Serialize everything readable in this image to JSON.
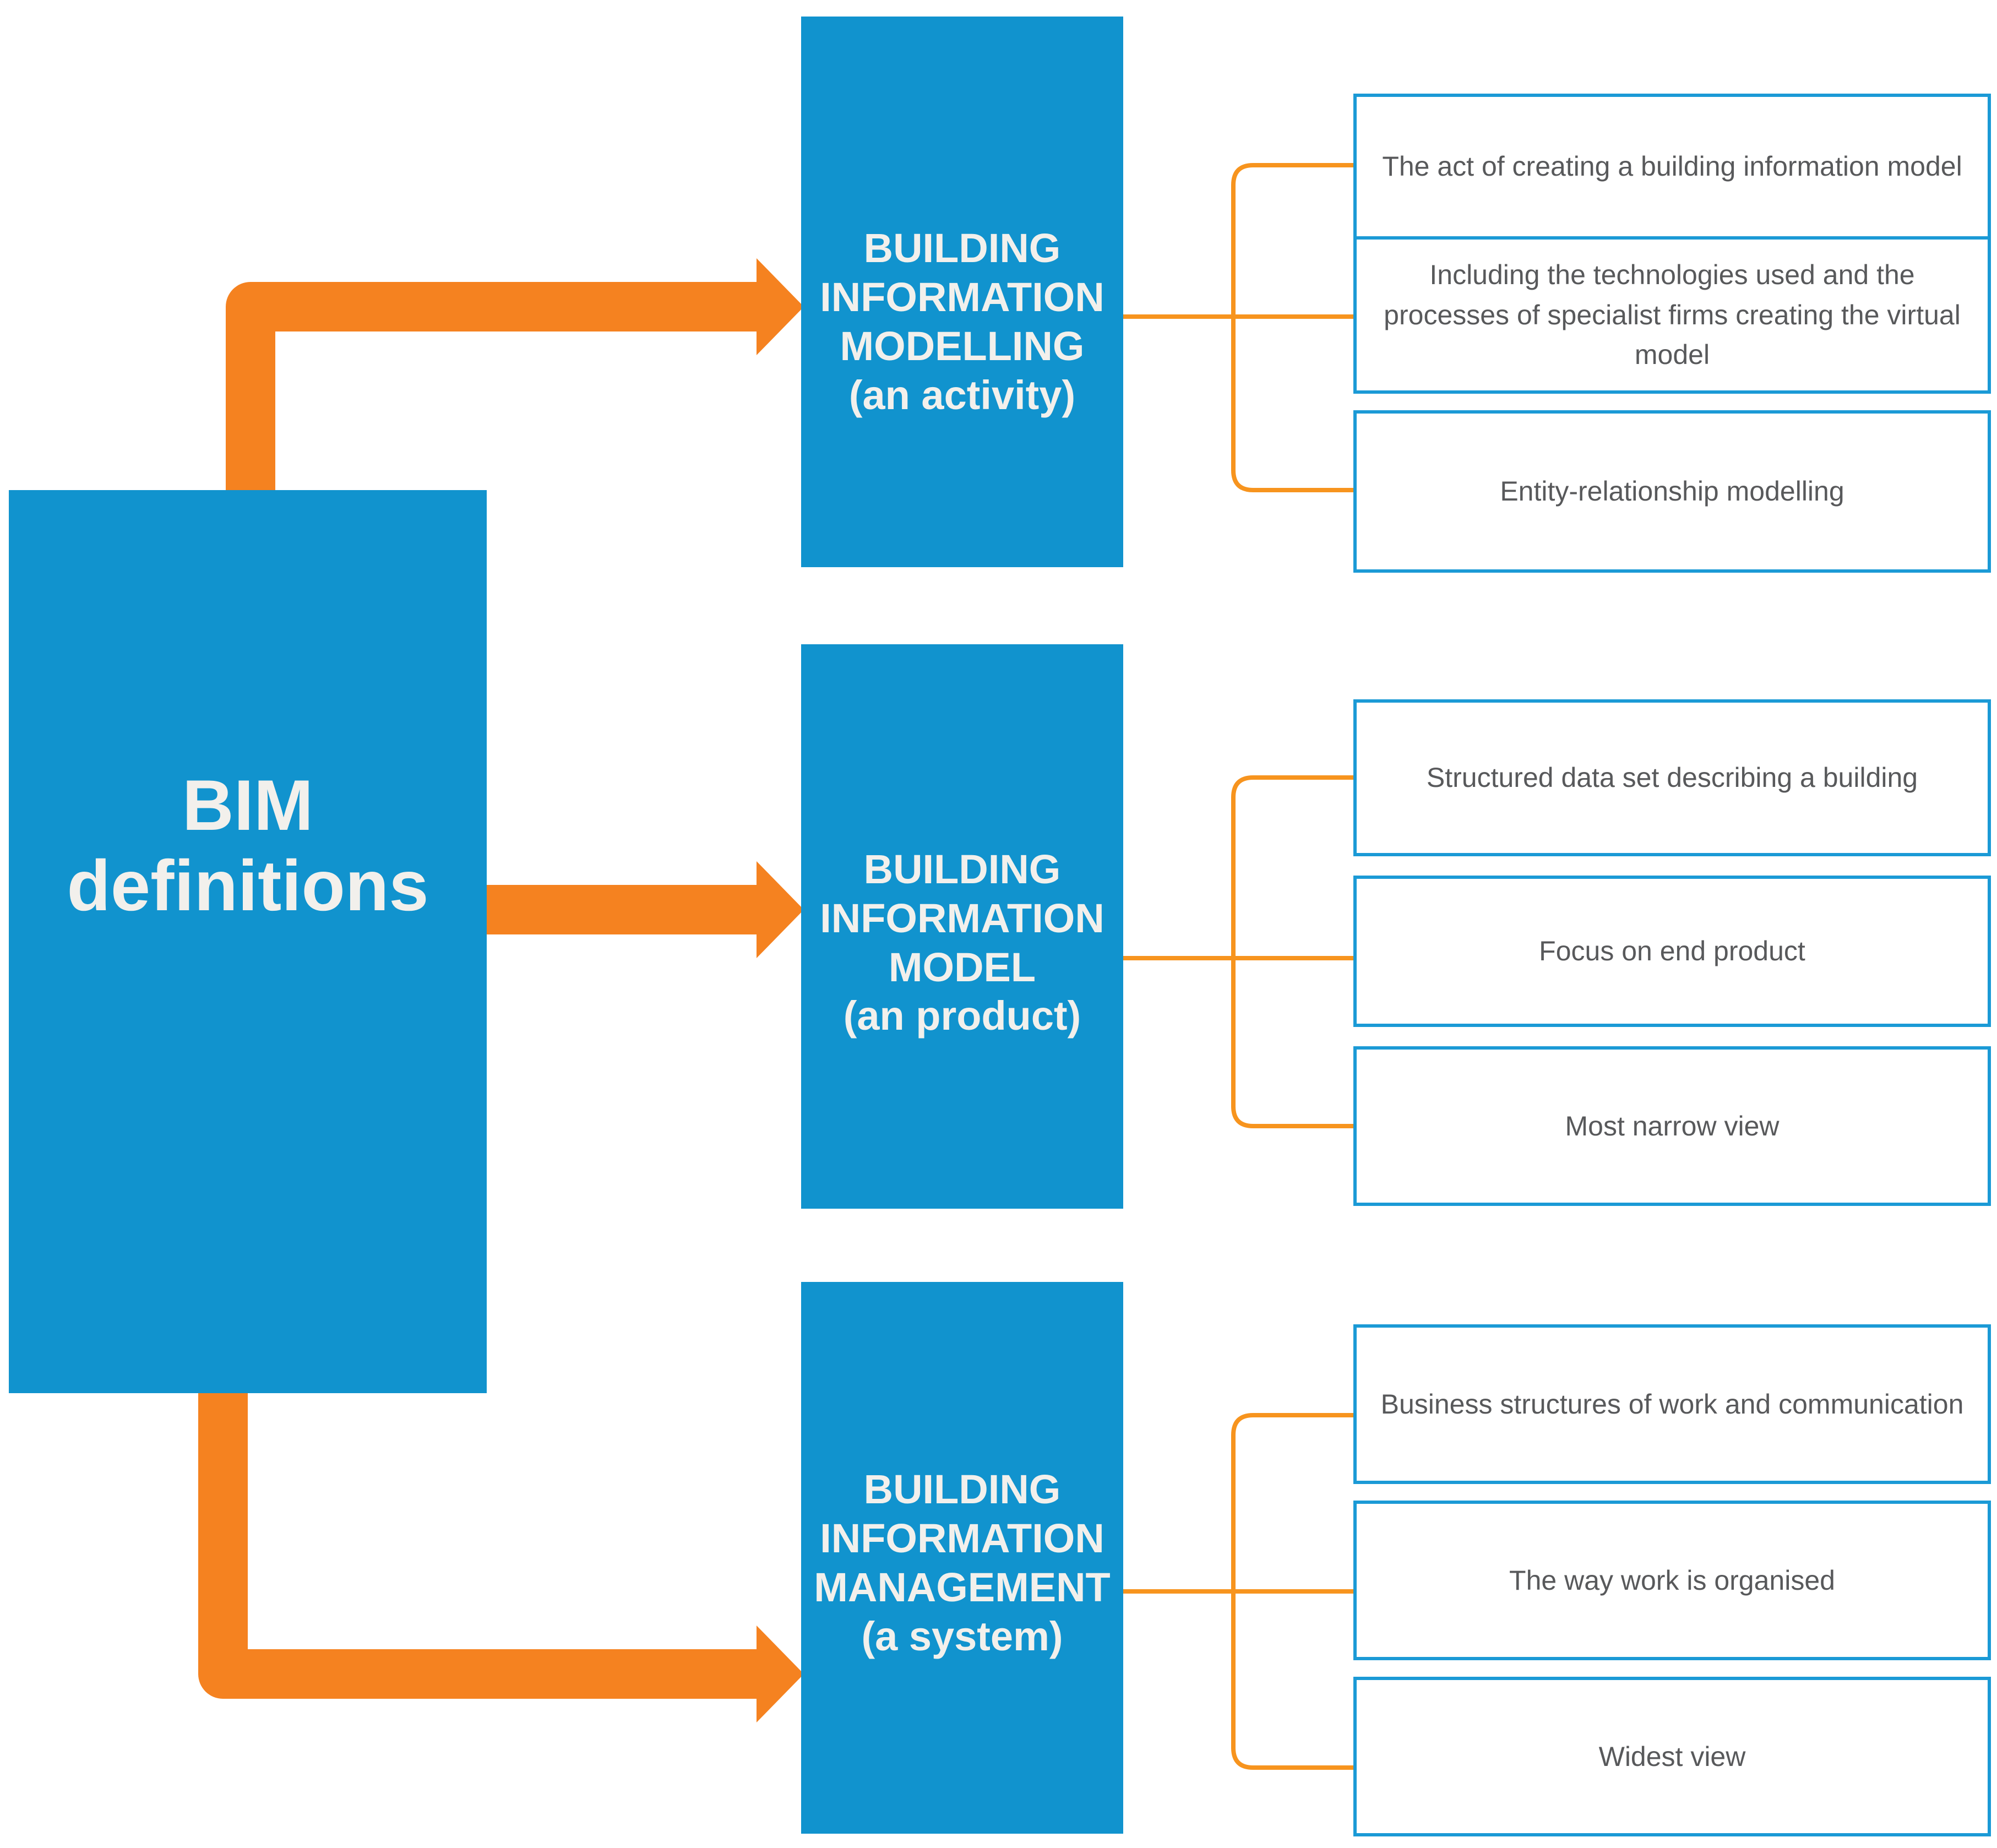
{
  "root": {
    "label": "BIM\ndefinitions"
  },
  "branches": [
    {
      "heading": "BUILDING\nINFORMATION\nMODELLING\n(an activity)",
      "items": [
        "The act of creating a building information model",
        "Including the technologies used and the processes of specialist firms creating the virtual model",
        "Entity-relationship modelling"
      ]
    },
    {
      "heading": "BUILDING\nINFORMATION\nMODEL\n(an product)",
      "items": [
        "Structured data set describing a building",
        "Focus on end product",
        "Most narrow view"
      ]
    },
    {
      "heading": "BUILDING\nINFORMATION\nMANAGEMENT\n(a system)",
      "items": [
        "Business structures of work and communication",
        "The way work is organised",
        "Widest view"
      ]
    }
  ],
  "colors": {
    "background": "#FFFFFF",
    "node_blue": "#1193CE",
    "leaf_border": "#1B9AD6",
    "arrow_orange": "#F58220",
    "line_orange": "#F7941E",
    "heading_text": "#F2F0EC",
    "leaf_text": "#58595B"
  }
}
